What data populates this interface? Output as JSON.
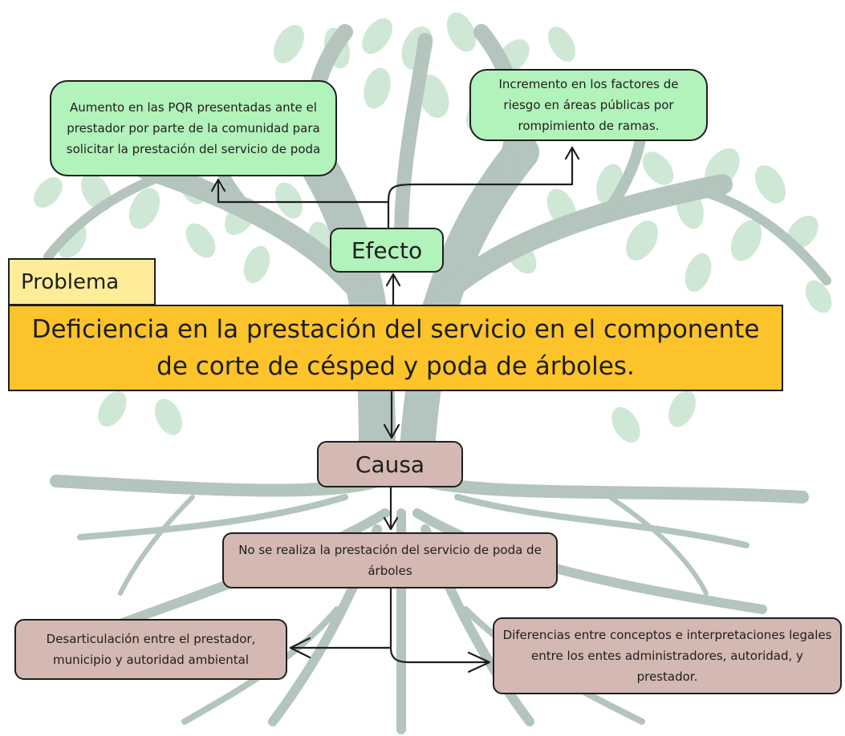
{
  "problem_label": "Problema",
  "problem_text": "Deficiencia en la prestación del servicio en el componente de corte de césped y poda de árboles.",
  "effect_label": "Efecto",
  "effects": [
    "Aumento en las PQR presentadas ante el prestador por parte de la comunidad para solicitar la prestación del servicio de poda",
    "Incremento en los factores de riesgo en áreas públicas por rompimiento de ramas."
  ],
  "cause_label": "Causa",
  "main_cause": "No se realiza la prestación del servicio de poda de árboles",
  "sub_causes": [
    "Desarticulación entre el prestador, municipio y autoridad ambiental",
    "Diferencias entre conceptos e interpretaciones legales entre los entes administradores, autoridad, y prestador."
  ],
  "colors": {
    "effect_fill": "#b2f2bb",
    "cause_fill": "#d4b8b2",
    "problem_fill": "#fcc32b",
    "problem_tab_fill": "#ffec99",
    "tree_trunk": "#b3c5bd",
    "tree_leaves": "#cfe8d6"
  }
}
